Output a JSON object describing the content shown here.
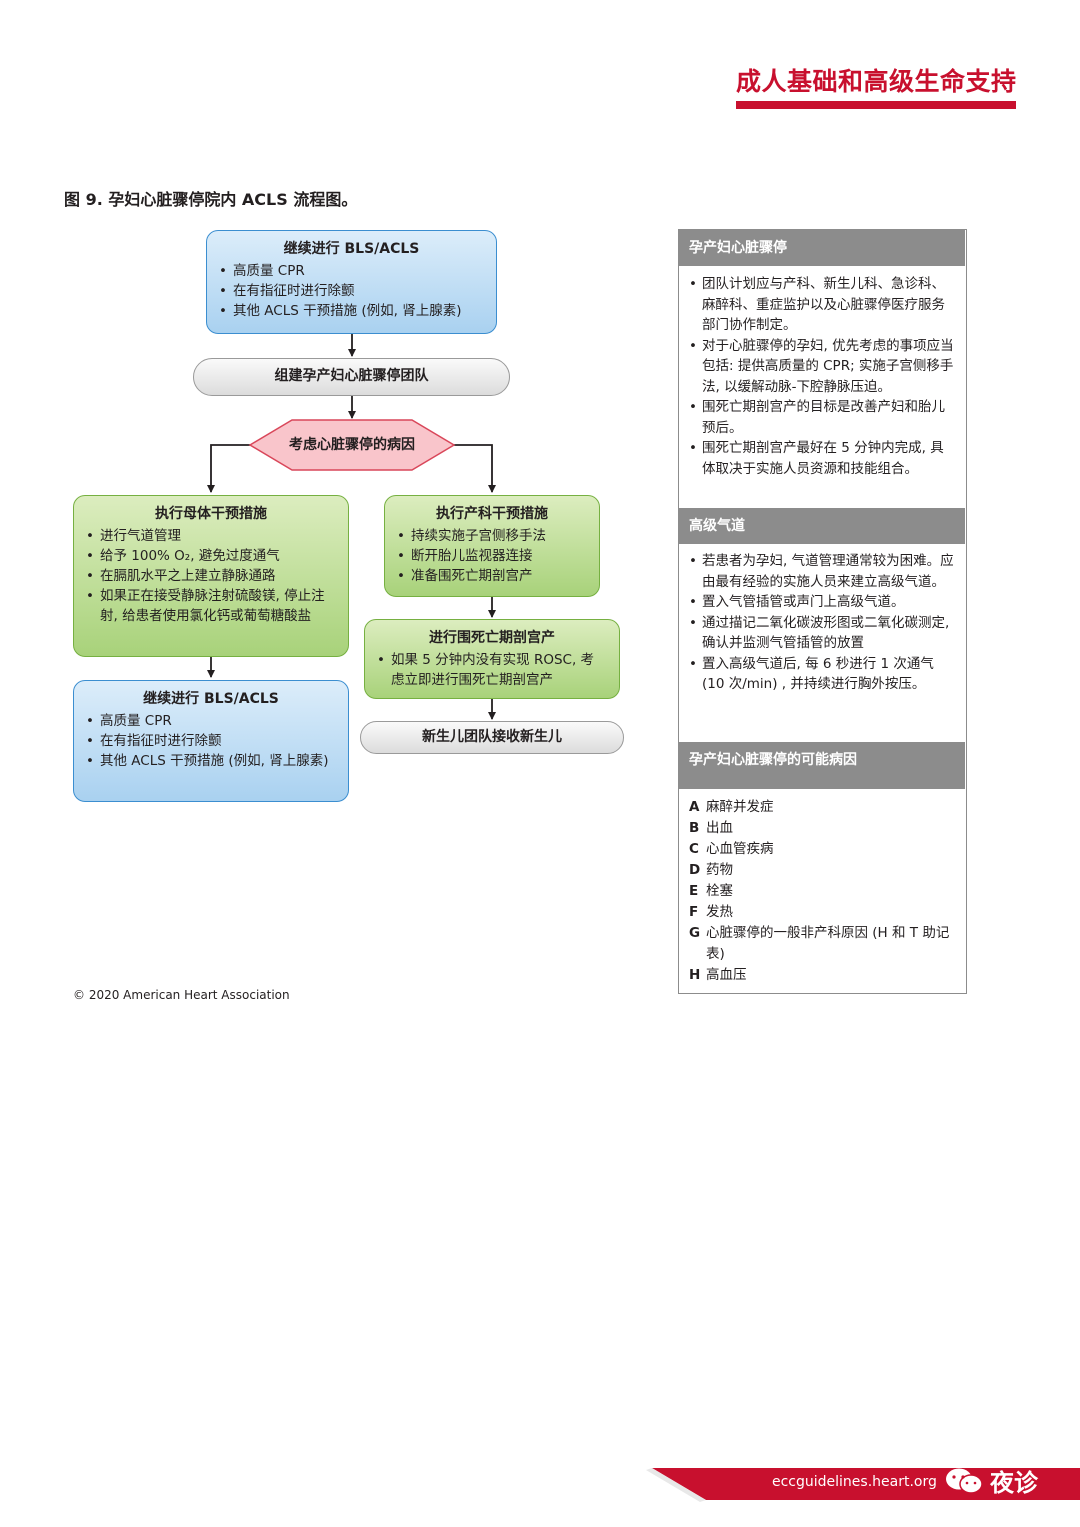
{
  "header": {
    "title": "成人基础和高级生命支持"
  },
  "figure": {
    "title": "图 9. 孕妇心脏骤停院内 ACLS 流程图。"
  },
  "flow": {
    "top_box": {
      "title": "继续进行 BLS/ACLS",
      "items": [
        "高质量 CPR",
        "在有指征时进行除颤",
        "其他 ACLS 干预措施 (例如, 肾上腺素)"
      ]
    },
    "team": "组建孕产妇心脏骤停团队",
    "decision": "考虑心脏骤停的病因",
    "maternal": {
      "title": "执行母体干预措施",
      "items": [
        "进行气道管理",
        "给予 100% O₂, 避免过度通气",
        "在膈肌水平之上建立静脉通路",
        "如果正在接受静脉注射硫酸镁, 停止注射, 给患者使用氯化钙或葡萄糖酸盐"
      ]
    },
    "obstetric": {
      "title": "执行产科干预措施",
      "items": [
        "持续实施子宫侧移手法",
        "断开胎儿监视器连接",
        "准备围死亡期剖宫产"
      ]
    },
    "cesarean": {
      "title": "进行围死亡期剖宫产",
      "items": [
        "如果 5 分钟内没有实现 ROSC, 考虑立即进行围死亡期剖宫产"
      ]
    },
    "bottom_box": {
      "title": "继续进行 BLS/ACLS",
      "items": [
        "高质量 CPR",
        "在有指征时进行除颤",
        "其他 ACLS 干预措施 (例如, 肾上腺素)"
      ]
    },
    "neonatal": "新生儿团队接收新生儿"
  },
  "sidebar": {
    "sections": [
      {
        "title": "孕产妇心脏骤停",
        "items": [
          "团队计划应与产科、新生儿科、急诊科、麻醉科、重症监护以及心脏骤停医疗服务部门协作制定。",
          "对于心脏骤停的孕妇, 优先考虑的事项应当包括: 提供高质量的 CPR; 实施子宫侧移手法, 以缓解动脉-下腔静脉压迫。",
          "围死亡期剖宫产的目标是改善产妇和胎儿预后。",
          "围死亡期剖宫产最好在 5 分钟内完成, 具体取决于实施人员资源和技能组合。"
        ]
      },
      {
        "title": "高级气道",
        "items": [
          "若患者为孕妇, 气道管理通常较为困难。应由最有经验的实施人员来建立高级气道。",
          "置入气管插管或声门上高级气道。",
          "通过描记二氧化碳波形图或二氧化碳测定, 确认并监测气管插管的放置",
          "置入高级气道后, 每 6 秒进行 1 次通气 (10 次/min) , 并持续进行胸外按压。"
        ]
      },
      {
        "title": "孕产妇心脏骤停的可能病因",
        "causes": [
          {
            "letter": "A",
            "text": "麻醉并发症"
          },
          {
            "letter": "B",
            "text": "出血"
          },
          {
            "letter": "C",
            "text": "心血管疾病"
          },
          {
            "letter": "D",
            "text": "药物"
          },
          {
            "letter": "E",
            "text": "栓塞"
          },
          {
            "letter": "F",
            "text": "发热"
          },
          {
            "letter": "G",
            "text": "心脏骤停的一般非产科原因 (H 和 T 助记表)"
          },
          {
            "letter": "H",
            "text": "高血压"
          }
        ]
      }
    ]
  },
  "copyright": "© 2020 American Heart Association",
  "footer": {
    "url": "eccguidelines.heart.org",
    "brand": "夜诊"
  },
  "colors": {
    "accent_red": "#c8102e",
    "blue_border": "#3b8ed0",
    "green_border": "#76b041",
    "decision_fill": "#f9c5cb",
    "sidebar_header": "#8c8c8c"
  }
}
